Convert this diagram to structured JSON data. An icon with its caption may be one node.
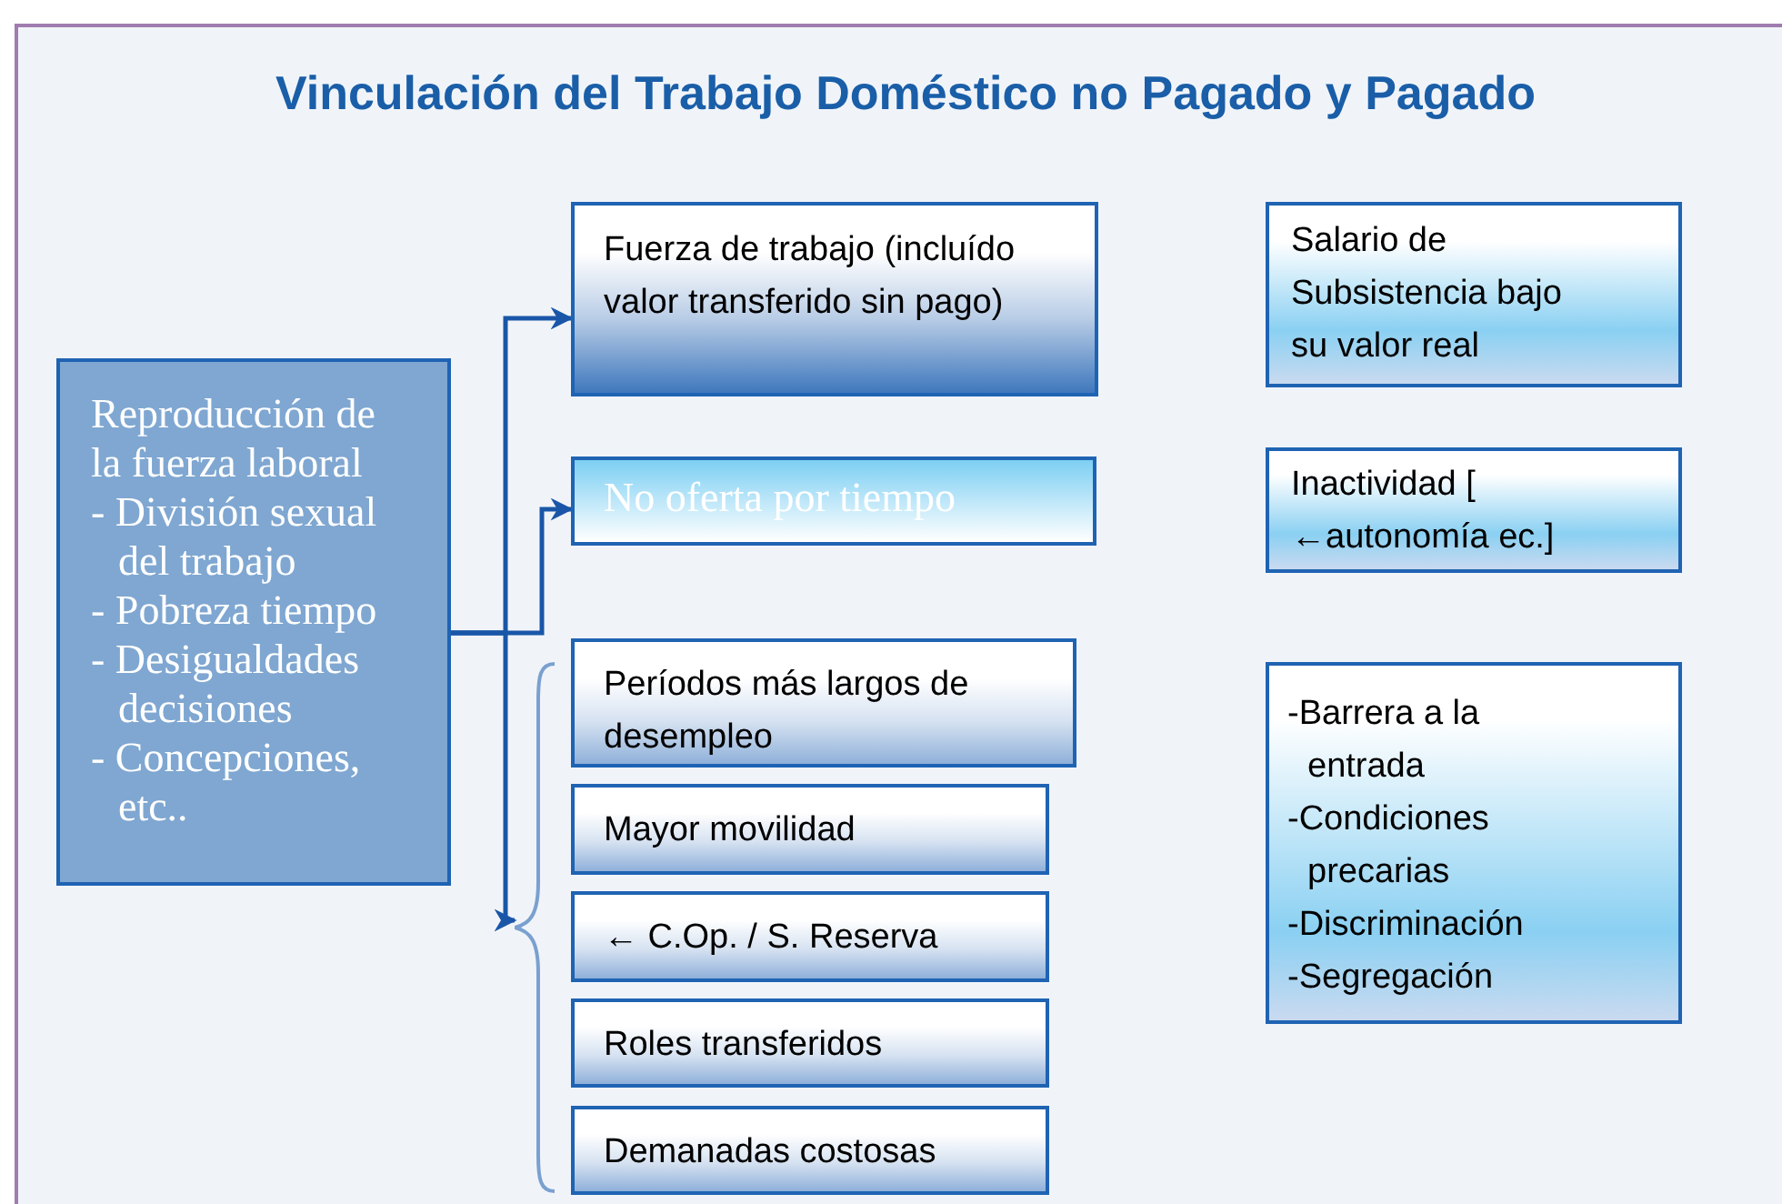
{
  "diagram": {
    "title": "Vinculación del Trabajo Doméstico no Pagado y Pagado",
    "nodes": [
      {
        "text": [
          "Reproducción de la fuerza laboral",
          "- División sexual del trabajo",
          "- Pobreza tiempo",
          "- Desigualdades decisiones",
          "- Concepciones, etc.."
        ]
      },
      {
        "text": [
          "Fuerza de trabajo (incluído valor transferido sin pago)"
        ]
      },
      {
        "text": [
          "No oferta por tiempo"
        ]
      },
      {
        "text": [
          "Períodos más largos de desempleo"
        ]
      },
      {
        "text": [
          "Mayor movilidad"
        ]
      },
      {
        "text": [
          "← C.Op. / S. Reserva"
        ]
      },
      {
        "text": [
          "Roles transferidos"
        ]
      },
      {
        "text": [
          "Demanadas costosas"
        ]
      },
      {
        "text": [
          "Salario de Subsistencia bajo su valor real"
        ]
      },
      {
        "text": [
          "Inactividad [ ←autonomía ec.]"
        ]
      },
      {
        "text": [
          "-Barrera a la entrada",
          "-Condiciones precarias",
          "-Discriminación",
          "-Segregación"
        ]
      },
      {
        "text": [],
        "shape": "brace"
      }
    ],
    "edges": [
      {
        "from": 0,
        "to": 1,
        "arrow": "to"
      },
      {
        "from": 0,
        "to": 2,
        "arrow": "to"
      },
      {
        "from": 0,
        "to": 11,
        "arrow": "to"
      }
    ]
  }
}
